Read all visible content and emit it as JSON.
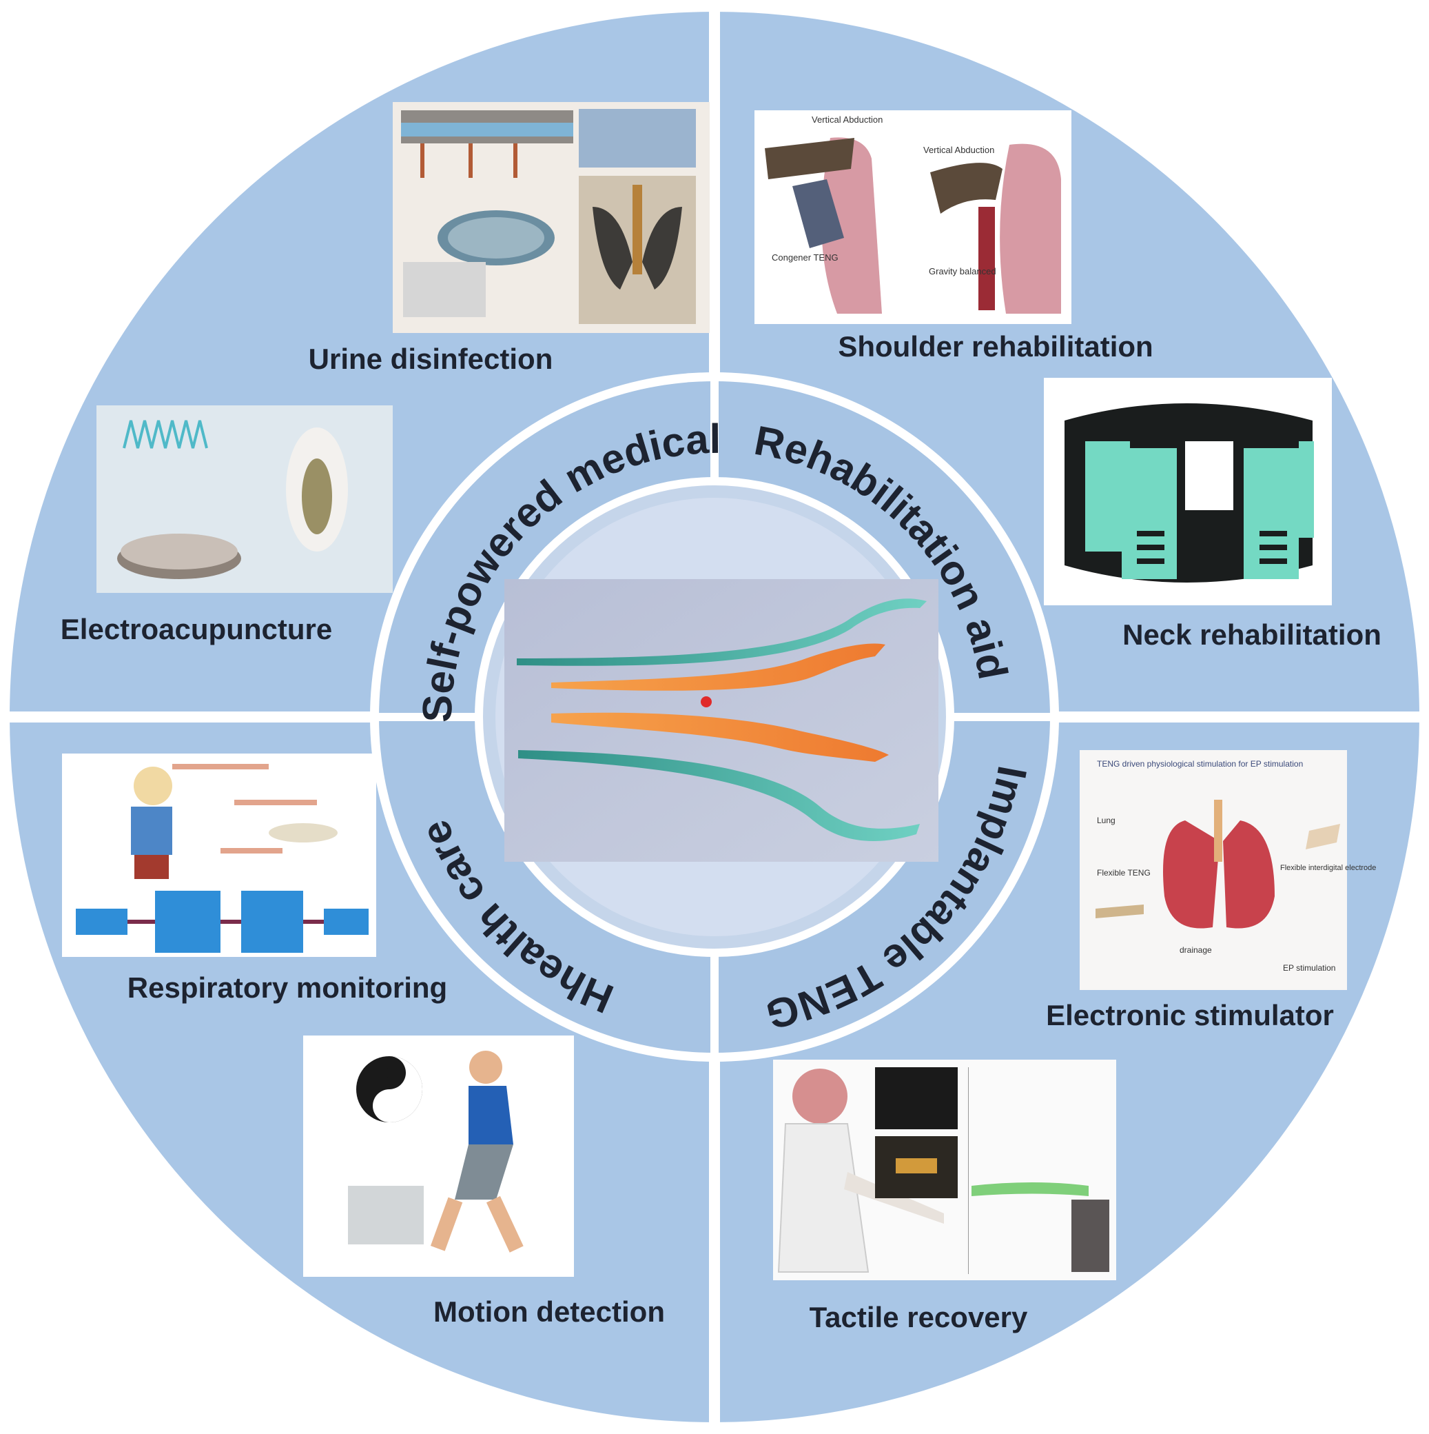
{
  "colors": {
    "quadrant_fill": "#a9c6e6",
    "ring_fill": "#a7c4e4",
    "divider": "#ffffff",
    "center_fill": "#c5d5ea",
    "label_text": "#1d2330",
    "teng_green": "#3fa598",
    "teng_orange": "#f08a3c"
  },
  "categories": {
    "top_left": "Self-powered medical",
    "top_right": "Rehabilitation aid",
    "bottom_right": "Implantable TENG",
    "bottom_left": "Hhealth care"
  },
  "applications": {
    "urine_disinfection": "Urine disinfection",
    "shoulder_rehabilitation": "Shoulder rehabilitation",
    "electroacupuncture": "Electroacupuncture",
    "neck_rehabilitation": "Neck rehabilitation",
    "respiratory_monitoring": "Respiratory monitoring",
    "electronic_stimulator": "Electronic stimulator",
    "motion_detection": "Motion detection",
    "tactile_recovery": "Tactile recovery"
  },
  "image_text": {
    "shoulder": {
      "vertical_abduction_1": "Vertical Abduction",
      "vertical_abduction_2": "Vertical Abduction",
      "congener_teng": "Congener TENG",
      "gravity_balanced": "Gravity balanced"
    },
    "stimulator": {
      "title": "TENG driven physiological stimulation for EP stimulation",
      "lung": "Lung",
      "flexible_teng": "Flexible TENG",
      "flexible_interdigital": "Flexible interdigital electrode",
      "drug_delivery": "drainage",
      "ep_stimulation": "EP stimulation"
    }
  }
}
